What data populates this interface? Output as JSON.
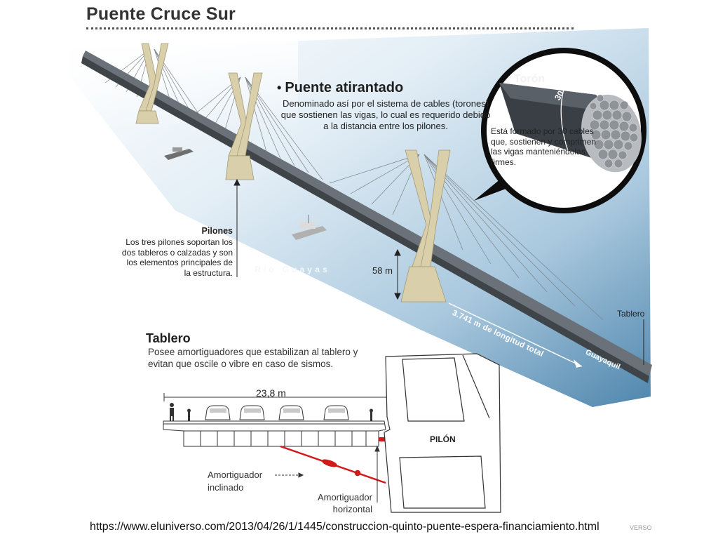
{
  "title": "Puente Cruce Sur",
  "bridge_section": {
    "heading": "Puente atirantado",
    "bullet": "•",
    "description": "Denominado así por el sistema de cables (torones) que sostienen las vigas, lo cual es requerido debido a la distancia entre los pilones."
  },
  "toron_callout": {
    "title": "Torón",
    "diameter_label": "30 cm",
    "description": "Está formado por 30 cables que, sostienen y comprimen las vigas manteniéndolas firmes."
  },
  "pilones": {
    "title": "Pilones",
    "description": "Los tres pilones soportan los dos tableros o calzadas y son los elementos principales de la estructura."
  },
  "river_label": "Río Guayas",
  "height_label": "58 m",
  "length_label": "3.741 m de longitud total",
  "direction_label": "Guayaquil",
  "deck_label": "Tablero",
  "tablero_section": {
    "title": "Tablero",
    "description": "Posee amortiguadores que estabilizan al tablero y evitan que oscile o vibre en caso de sismos.",
    "width_label": "23,8 m",
    "pylon_label": "PILÓN",
    "damper_inclined": "Amortiguador inclinado",
    "damper_horizontal": "Amortiguador horizontal"
  },
  "source_url": "https://www.eluniverso.com/2013/04/26/1/1445/construccion-quinto-puente-espera-financiamiento.html",
  "watermark": "VERSO",
  "colors": {
    "water_light": "#eef5fa",
    "water_dark": "#5e93b6",
    "deck": "#6b7178",
    "pylon": "#d9d0ab",
    "cable": "#8c9095",
    "damper": "#d11a1a",
    "callout_ring": "#0d0d0d"
  }
}
